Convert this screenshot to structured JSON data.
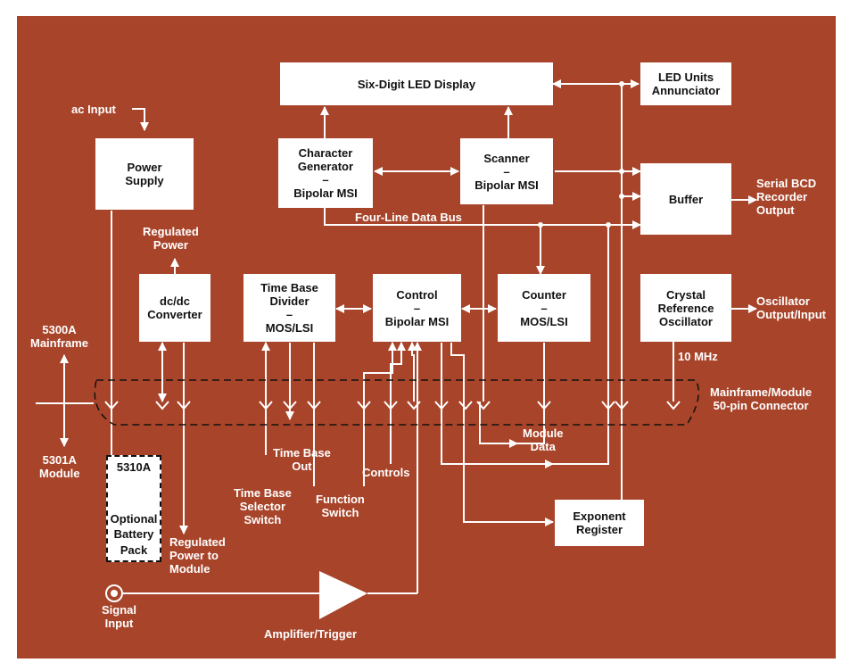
{
  "colors": {
    "background": "#a8442a",
    "line": "#ffffff",
    "box": "#ffffff",
    "text_on_box": "#111111"
  },
  "blocks": {
    "display": [
      "Six-Digit LED Display"
    ],
    "annunciator": [
      "LED Units",
      "Annunciator"
    ],
    "power_supply": [
      "Power",
      "Supply"
    ],
    "char_gen": [
      "Character",
      "Generator",
      "–",
      "Bipolar MSI"
    ],
    "scanner": [
      "Scanner",
      "–",
      "Bipolar MSI"
    ],
    "buffer": [
      "Buffer"
    ],
    "dcdc": [
      "dc/dc",
      "Converter"
    ],
    "timebase": [
      "Time Base",
      "Divider",
      "–",
      "MOS/LSI"
    ],
    "control": [
      "Control",
      "–",
      "Bipolar MSI"
    ],
    "counter": [
      "Counter",
      "–",
      "MOS/LSI"
    ],
    "crystal": [
      "Crystal",
      "Reference",
      "Oscillator"
    ],
    "battery": [
      "5310A",
      "Optional",
      "Battery",
      "Pack"
    ],
    "exponent": [
      "Exponent",
      "Register"
    ]
  },
  "labels": {
    "ac_input": [
      "ac Input"
    ],
    "regulated_power": [
      "Regulated",
      "Power"
    ],
    "mainframe": [
      "5300A",
      "Mainframe"
    ],
    "module": [
      "5301A",
      "Module"
    ],
    "data_bus": [
      "Four-Line Data Bus"
    ],
    "serial_bcd": [
      "Serial BCD",
      "Recorder",
      "Output"
    ],
    "osc_output": [
      "Oscillator",
      "Output/Input"
    ],
    "freq": [
      "10 MHz"
    ],
    "connector": [
      "Mainframe/Module",
      "50-pin Connector"
    ],
    "module_data": [
      "Module",
      "Data"
    ],
    "time_base_out": [
      "Time Base",
      "Out"
    ],
    "controls": [
      "Controls"
    ],
    "tb_selector": [
      "Time Base",
      "Selector",
      "Switch"
    ],
    "function_switch": [
      "Function",
      "Switch"
    ],
    "regulated_to_module": [
      "Regulated",
      "Power to",
      "Module"
    ],
    "signal_input": [
      "Signal",
      "Input"
    ],
    "amplifier": [
      "Amplifier/Trigger"
    ]
  }
}
